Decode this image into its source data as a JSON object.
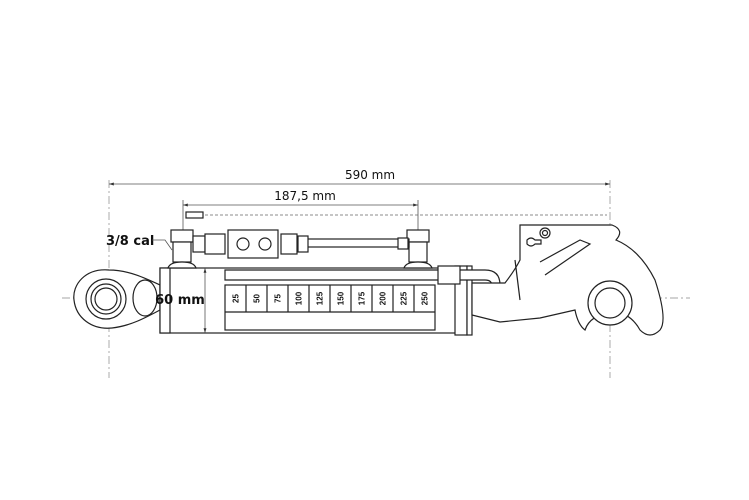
{
  "dimensions": {
    "overall_length": "590 mm",
    "valve_spacing": "187,5 mm",
    "thread_size": "3/8 cal",
    "cylinder_diameter": "60 mm"
  },
  "stroke_scale": {
    "marks": [
      "25",
      "50",
      "75",
      "100",
      "125",
      "150",
      "175",
      "200",
      "225",
      "250"
    ]
  },
  "colors": {
    "line": "#222222",
    "background": "#ffffff"
  }
}
